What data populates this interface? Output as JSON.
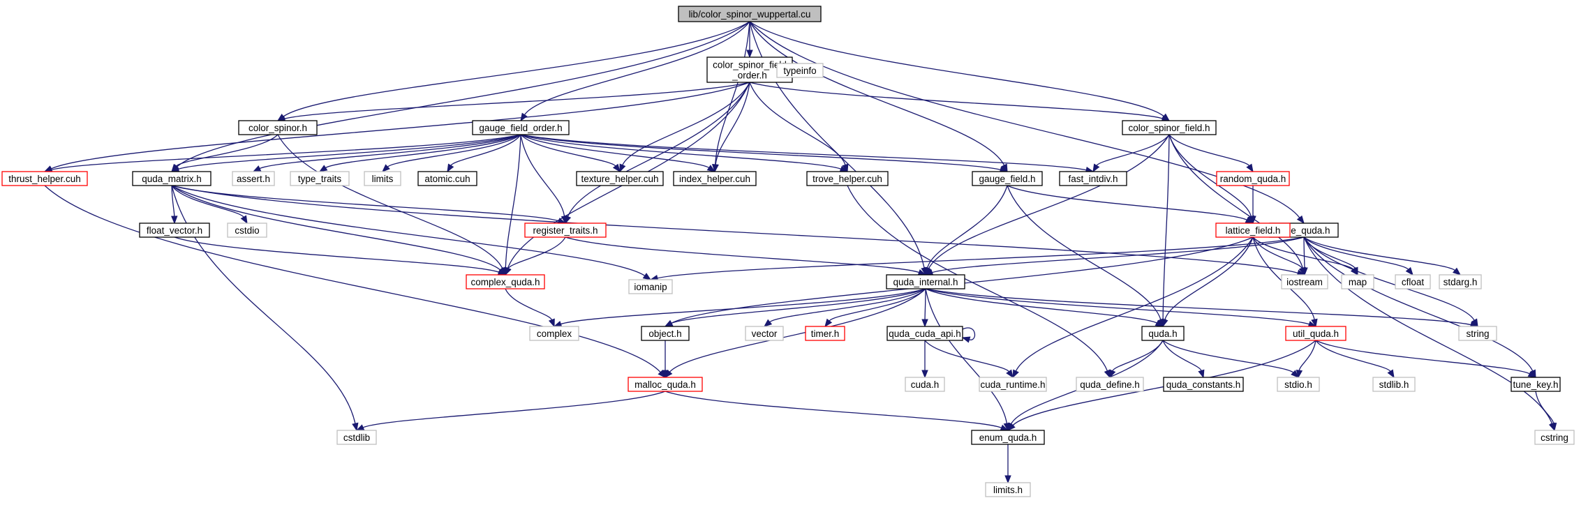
{
  "colors": {
    "root_fill": "#bfbfbf",
    "node_stroke_normal": "#000000",
    "node_stroke_truncated": "#ff0000",
    "node_stroke_external": "#bfbfbf",
    "edge": "#191970",
    "text": "#000000",
    "background": "#ffffff"
  },
  "nodes": [
    {
      "id": "root",
      "lines": [
        "lib/color_spinor_wuppertal.cu"
      ],
      "kind": "root"
    },
    {
      "id": "csfo",
      "lines": [
        "color_spinor_field",
        "_order.h"
      ],
      "kind": "normal"
    },
    {
      "id": "typeinfo",
      "lines": [
        "typeinfo"
      ],
      "kind": "external"
    },
    {
      "id": "color_spinor",
      "lines": [
        "color_spinor.h"
      ],
      "kind": "normal"
    },
    {
      "id": "gfo",
      "lines": [
        "gauge_field_order.h"
      ],
      "kind": "normal"
    },
    {
      "id": "csf",
      "lines": [
        "color_spinor_field.h"
      ],
      "kind": "normal"
    },
    {
      "id": "thrust",
      "lines": [
        "thrust_helper.cuh"
      ],
      "kind": "truncated"
    },
    {
      "id": "qm",
      "lines": [
        "quda_matrix.h"
      ],
      "kind": "normal"
    },
    {
      "id": "assert",
      "lines": [
        "assert.h"
      ],
      "kind": "external"
    },
    {
      "id": "type_traits",
      "lines": [
        "type_traits"
      ],
      "kind": "external"
    },
    {
      "id": "limits",
      "lines": [
        "limits"
      ],
      "kind": "external"
    },
    {
      "id": "atomic",
      "lines": [
        "atomic.cuh"
      ],
      "kind": "normal"
    },
    {
      "id": "texture",
      "lines": [
        "texture_helper.cuh"
      ],
      "kind": "normal"
    },
    {
      "id": "index",
      "lines": [
        "index_helper.cuh"
      ],
      "kind": "normal"
    },
    {
      "id": "trove",
      "lines": [
        "trove_helper.cuh"
      ],
      "kind": "normal"
    },
    {
      "id": "gf",
      "lines": [
        "gauge_field.h"
      ],
      "kind": "normal"
    },
    {
      "id": "fastint",
      "lines": [
        "fast_intdiv.h"
      ],
      "kind": "normal"
    },
    {
      "id": "random",
      "lines": [
        "random_quda.h"
      ],
      "kind": "truncated"
    },
    {
      "id": "tune",
      "lines": [
        "tune_quda.h"
      ],
      "kind": "normal"
    },
    {
      "id": "fv",
      "lines": [
        "float_vector.h"
      ],
      "kind": "normal"
    },
    {
      "id": "cstdio",
      "lines": [
        "cstdio"
      ],
      "kind": "external"
    },
    {
      "id": "regtr",
      "lines": [
        "register_traits.h"
      ],
      "kind": "truncated"
    },
    {
      "id": "lattice",
      "lines": [
        "lattice_field.h"
      ],
      "kind": "truncated"
    },
    {
      "id": "cq",
      "lines": [
        "complex_quda.h"
      ],
      "kind": "truncated"
    },
    {
      "id": "iomanip",
      "lines": [
        "iomanip"
      ],
      "kind": "external"
    },
    {
      "id": "qi",
      "lines": [
        "quda_internal.h"
      ],
      "kind": "normal"
    },
    {
      "id": "iostream",
      "lines": [
        "iostream"
      ],
      "kind": "external"
    },
    {
      "id": "map",
      "lines": [
        "map"
      ],
      "kind": "external"
    },
    {
      "id": "cfloat",
      "lines": [
        "cfloat"
      ],
      "kind": "external"
    },
    {
      "id": "stdarg",
      "lines": [
        "stdarg.h"
      ],
      "kind": "external"
    },
    {
      "id": "complex",
      "lines": [
        "complex"
      ],
      "kind": "external"
    },
    {
      "id": "object",
      "lines": [
        "object.h"
      ],
      "kind": "normal"
    },
    {
      "id": "vector",
      "lines": [
        "vector"
      ],
      "kind": "external"
    },
    {
      "id": "timer",
      "lines": [
        "timer.h"
      ],
      "kind": "truncated"
    },
    {
      "id": "qca",
      "lines": [
        "quda_cuda_api.h"
      ],
      "kind": "normal"
    },
    {
      "id": "qh",
      "lines": [
        "quda.h"
      ],
      "kind": "normal"
    },
    {
      "id": "util",
      "lines": [
        "util_quda.h"
      ],
      "kind": "truncated"
    },
    {
      "id": "string",
      "lines": [
        "string"
      ],
      "kind": "external"
    },
    {
      "id": "malloc",
      "lines": [
        "malloc_quda.h"
      ],
      "kind": "truncated"
    },
    {
      "id": "cudah",
      "lines": [
        "cuda.h"
      ],
      "kind": "external"
    },
    {
      "id": "cudart",
      "lines": [
        "cuda_runtime.h"
      ],
      "kind": "external"
    },
    {
      "id": "qdef",
      "lines": [
        "quda_define.h"
      ],
      "kind": "external"
    },
    {
      "id": "qconst",
      "lines": [
        "quda_constants.h"
      ],
      "kind": "normal"
    },
    {
      "id": "stdioh",
      "lines": [
        "stdio.h"
      ],
      "kind": "external"
    },
    {
      "id": "stdlibh",
      "lines": [
        "stdlib.h"
      ],
      "kind": "external"
    },
    {
      "id": "tunekey",
      "lines": [
        "tune_key.h"
      ],
      "kind": "normal"
    },
    {
      "id": "cstdlib",
      "lines": [
        "cstdlib"
      ],
      "kind": "external"
    },
    {
      "id": "enum",
      "lines": [
        "enum_quda.h"
      ],
      "kind": "normal"
    },
    {
      "id": "cstring",
      "lines": [
        "cstring"
      ],
      "kind": "external"
    },
    {
      "id": "limitsh",
      "lines": [
        "limits.h"
      ],
      "kind": "external"
    }
  ],
  "edges": [
    [
      "root",
      "csfo"
    ],
    [
      "root",
      "color_spinor"
    ],
    [
      "root",
      "gfo"
    ],
    [
      "root",
      "index"
    ],
    [
      "root",
      "qm"
    ],
    [
      "root",
      "qi"
    ],
    [
      "root",
      "gf"
    ],
    [
      "root",
      "csf"
    ],
    [
      "root",
      "tune"
    ],
    [
      "csfo",
      "color_spinor"
    ],
    [
      "csfo",
      "thrust"
    ],
    [
      "csfo",
      "typeinfo"
    ],
    [
      "csfo",
      "texture"
    ],
    [
      "csfo",
      "index"
    ],
    [
      "csfo",
      "trove"
    ],
    [
      "csfo",
      "regtr"
    ],
    [
      "csfo",
      "cq"
    ],
    [
      "csfo",
      "csf"
    ],
    [
      "color_spinor",
      "qm"
    ],
    [
      "color_spinor",
      "cq"
    ],
    [
      "gfo",
      "thrust"
    ],
    [
      "gfo",
      "qm"
    ],
    [
      "gfo",
      "assert"
    ],
    [
      "gfo",
      "type_traits"
    ],
    [
      "gfo",
      "limits"
    ],
    [
      "gfo",
      "atomic"
    ],
    [
      "gfo",
      "texture"
    ],
    [
      "gfo",
      "index"
    ],
    [
      "gfo",
      "trove"
    ],
    [
      "gfo",
      "gf"
    ],
    [
      "gfo",
      "fastint"
    ],
    [
      "gfo",
      "regtr"
    ],
    [
      "gfo",
      "cq"
    ],
    [
      "csf",
      "fastint"
    ],
    [
      "csf",
      "random"
    ],
    [
      "csf",
      "lattice"
    ],
    [
      "csf",
      "iostream"
    ],
    [
      "csf",
      "qi"
    ],
    [
      "csf",
      "qh"
    ],
    [
      "thrust",
      "malloc"
    ],
    [
      "qm",
      "fv"
    ],
    [
      "qm",
      "cstdio"
    ],
    [
      "qm",
      "regtr"
    ],
    [
      "qm",
      "cq"
    ],
    [
      "qm",
      "iomanip"
    ],
    [
      "qm",
      "iostream"
    ],
    [
      "qm",
      "cstdlib"
    ],
    [
      "gf",
      "lattice"
    ],
    [
      "gf",
      "qi"
    ],
    [
      "gf",
      "qh"
    ],
    [
      "trove",
      "qdef"
    ],
    [
      "random",
      "lattice"
    ],
    [
      "tune",
      "iomanip"
    ],
    [
      "tune",
      "iostream"
    ],
    [
      "tune",
      "map"
    ],
    [
      "tune",
      "cfloat"
    ],
    [
      "tune",
      "stdarg"
    ],
    [
      "tune",
      "string"
    ],
    [
      "tune",
      "tunekey"
    ],
    [
      "tune",
      "cstring"
    ],
    [
      "tune",
      "qi"
    ],
    [
      "fv",
      "cq"
    ],
    [
      "regtr",
      "cq"
    ],
    [
      "regtr",
      "qi"
    ],
    [
      "lattice",
      "object"
    ],
    [
      "lattice",
      "iostream"
    ],
    [
      "lattice",
      "map"
    ],
    [
      "lattice",
      "qh"
    ],
    [
      "lattice",
      "util"
    ],
    [
      "lattice",
      "cudart"
    ],
    [
      "cq",
      "complex"
    ],
    [
      "qi",
      "complex"
    ],
    [
      "qi",
      "object"
    ],
    [
      "qi",
      "vector"
    ],
    [
      "qi",
      "timer"
    ],
    [
      "qi",
      "qca"
    ],
    [
      "qi",
      "qh"
    ],
    [
      "qi",
      "util"
    ],
    [
      "qi",
      "string"
    ],
    [
      "qi",
      "malloc"
    ],
    [
      "qi",
      "enum"
    ],
    [
      "object",
      "malloc"
    ],
    [
      "qca",
      "qca"
    ],
    [
      "qca",
      "cudah"
    ],
    [
      "qca",
      "cudart"
    ],
    [
      "qh",
      "qdef"
    ],
    [
      "qh",
      "qconst"
    ],
    [
      "qh",
      "stdioh"
    ],
    [
      "qh",
      "enum"
    ],
    [
      "util",
      "stdioh"
    ],
    [
      "util",
      "stdlibh"
    ],
    [
      "util",
      "tunekey"
    ],
    [
      "util",
      "enum"
    ],
    [
      "malloc",
      "cstdlib"
    ],
    [
      "malloc",
      "enum"
    ],
    [
      "tunekey",
      "cstring"
    ],
    [
      "enum",
      "limitsh"
    ]
  ]
}
